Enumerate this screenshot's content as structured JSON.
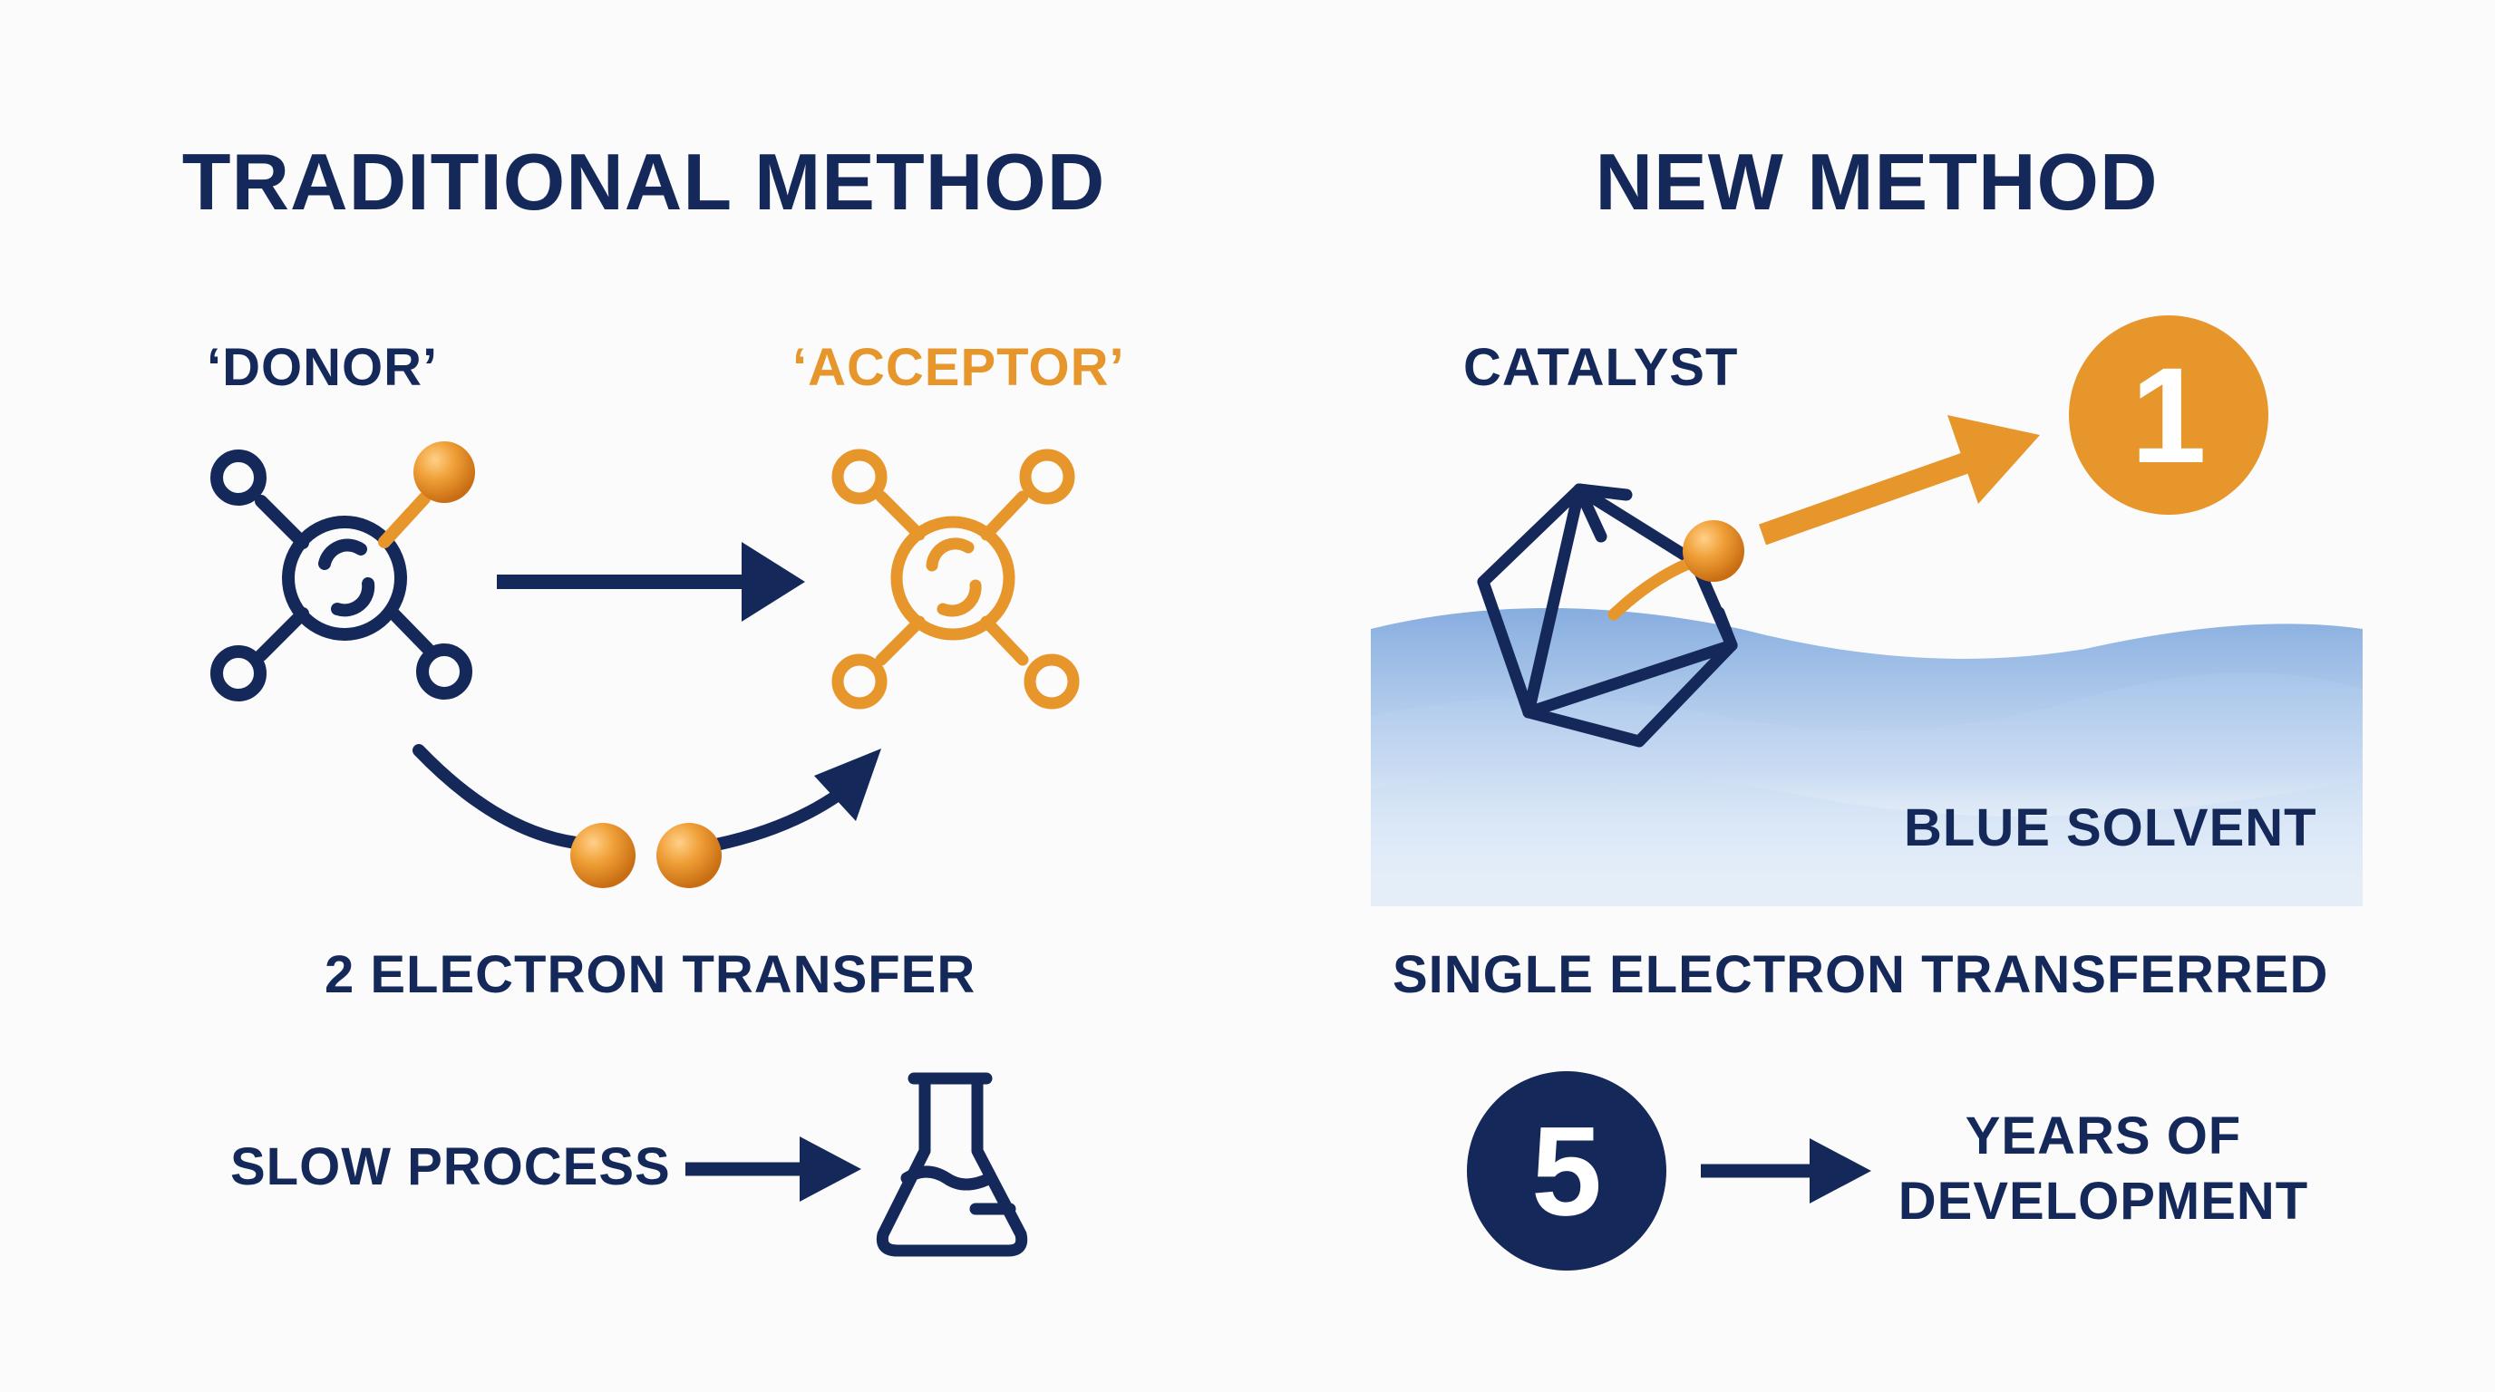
{
  "traditional": {
    "title": "TRADITIONAL METHOD",
    "donor_label": "‘DONOR’",
    "acceptor_label": "‘ACCEPTOR’",
    "transfer_label": "2 ELECTRON TRANSFER",
    "process_label": "SLOW PROCESS"
  },
  "new_method": {
    "title": "NEW METHOD",
    "catalyst_label": "CATALYST",
    "badge_number": "1",
    "solvent_label": "BLUE SOLVENT",
    "transfer_label": "SINGLE ELECTRON TRANSFERRED",
    "years_badge": "5",
    "years_label_line1": "YEARS OF",
    "years_label_line2": "DEVELOPMENT"
  },
  "colors": {
    "navy": "#14285a",
    "orange": "#e6962a",
    "solvent_blue": "#7ea8dc",
    "background": "#fbfbfc"
  }
}
